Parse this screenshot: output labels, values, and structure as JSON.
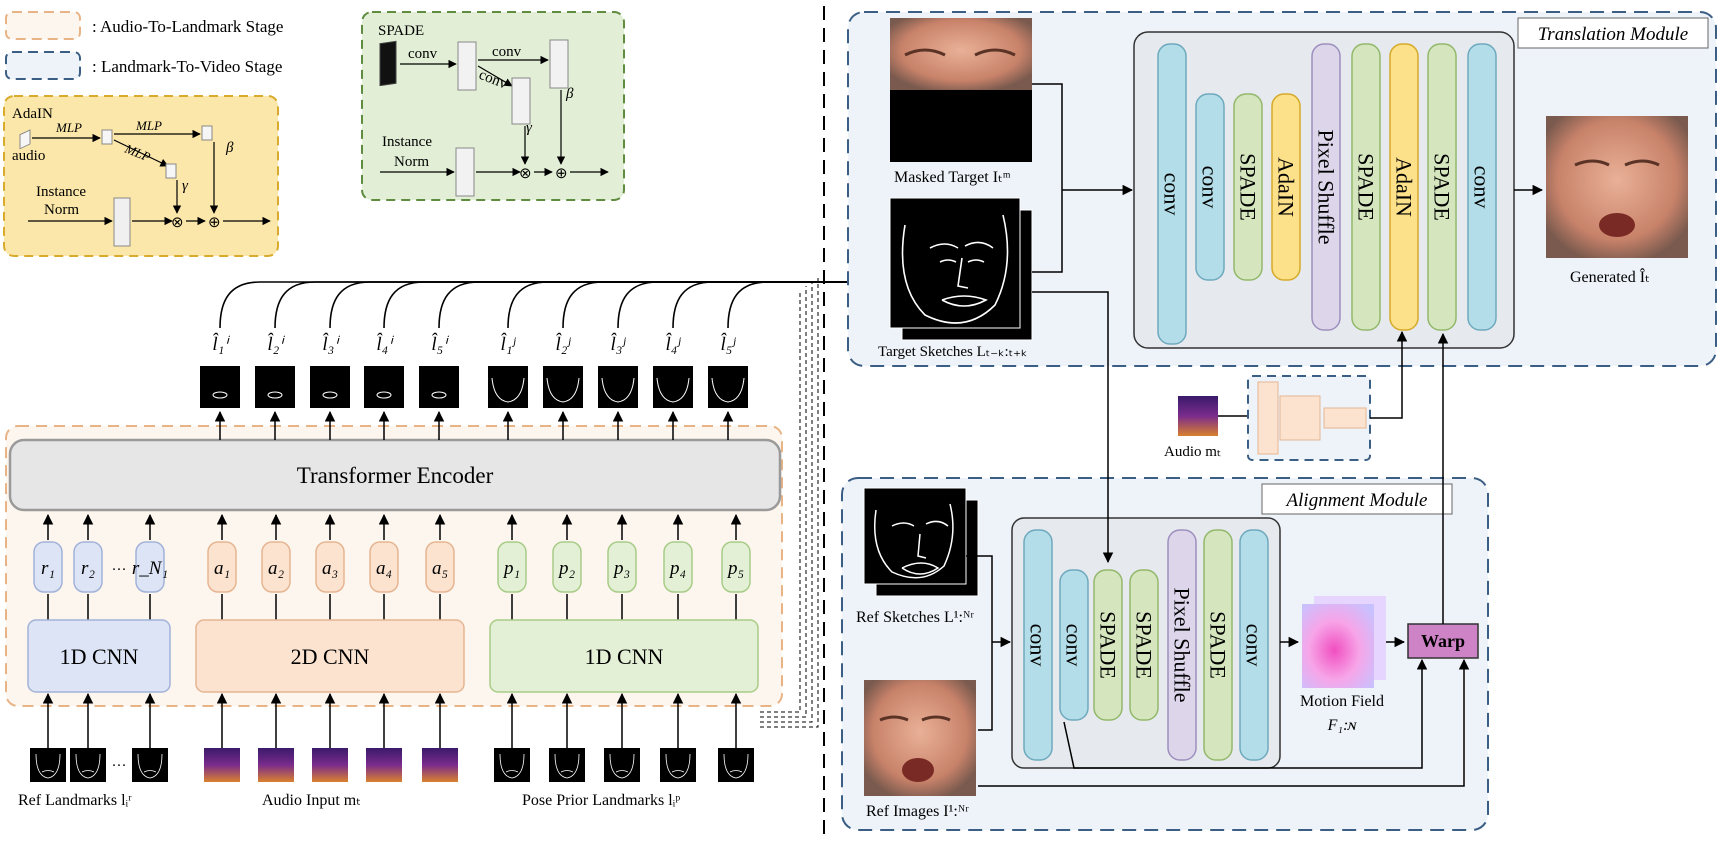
{
  "legend": {
    "audio_to_landmark": ": Audio-To-Landmark Stage",
    "landmark_to_video": ": Landmark-To-Video Stage"
  },
  "adain": {
    "title": "AdaIN",
    "audio": "audio",
    "mlp": "MLP",
    "norm_line1": "Instance",
    "norm_line2": "Norm",
    "gamma": "γ",
    "beta": "β",
    "mult": "⊗",
    "plus": "⊕"
  },
  "spade": {
    "title": "SPADE",
    "conv": "conv",
    "norm_line1": "Instance",
    "norm_line2": "Norm",
    "gamma": "γ",
    "beta": "β",
    "mult": "⊗",
    "plus": "⊕"
  },
  "stage1": {
    "encoder": "Transformer Encoder",
    "outputs": [
      "l̂₁ⁱ",
      "l̂₂ⁱ",
      "l̂₃ⁱ",
      "l̂₄ⁱ",
      "l̂₅ⁱ",
      "l̂₁ʲ",
      "l̂₂ʲ",
      "l̂₃ʲ",
      "l̂₄ʲ",
      "l̂₅ʲ"
    ],
    "ref_tokens": [
      "r₁",
      "r₂",
      "r_N₁"
    ],
    "ellipsis": "···",
    "audio_tokens": [
      "a₁",
      "a₂",
      "a₃",
      "a₄",
      "a₅"
    ],
    "pose_tokens": [
      "p₁",
      "p₂",
      "p₃",
      "p₄",
      "p₅"
    ],
    "cnn_ref": "1D CNN",
    "cnn_audio": "2D CNN",
    "cnn_pose": "1D CNN",
    "ref_label": "Ref Landmarks lᵢʳ",
    "audio_label": "Audio Input mₜ",
    "pose_label": "Pose Prior Landmarks lᵢᵖ"
  },
  "translation": {
    "title": "Translation Module",
    "masked_label": "Masked Target Iₜᵐ",
    "sketch_label": "Target Sketches Lₜ₋ₖ:ₜ₊ₖ",
    "audio_label": "Audio mₜ",
    "generated_label": "Generated Îₜ",
    "blocks": [
      "conv",
      "conv",
      "SPADE",
      "AdaIN",
      "Pixel Shuffle",
      "SPADE",
      "AdaIN",
      "SPADE",
      "conv"
    ]
  },
  "alignment": {
    "title": "Alignment Module",
    "ref_sketch_label": "Ref Sketches L¹:ᴺʳ",
    "ref_image_label": "Ref Images I¹:ᴺʳ",
    "motion_label_1": "Motion Field",
    "motion_label_2": "F₁:ɴ",
    "warp": "Warp",
    "blocks": [
      "conv",
      "conv",
      "SPADE",
      "SPADE",
      "Pixel Shuffle",
      "SPADE",
      "conv"
    ]
  },
  "colors": {
    "stage1_border": "#e8b486",
    "stage2_border": "#3b5f84",
    "adain_bg": "#fbe7a9",
    "spade_bg": "#e2efd6",
    "conv": "#b3dde8",
    "spade_block": "#d5e6be",
    "adain_block": "#fce08a",
    "pixel_shuffle": "#ddd5ea",
    "warp": "#cd83c6"
  }
}
